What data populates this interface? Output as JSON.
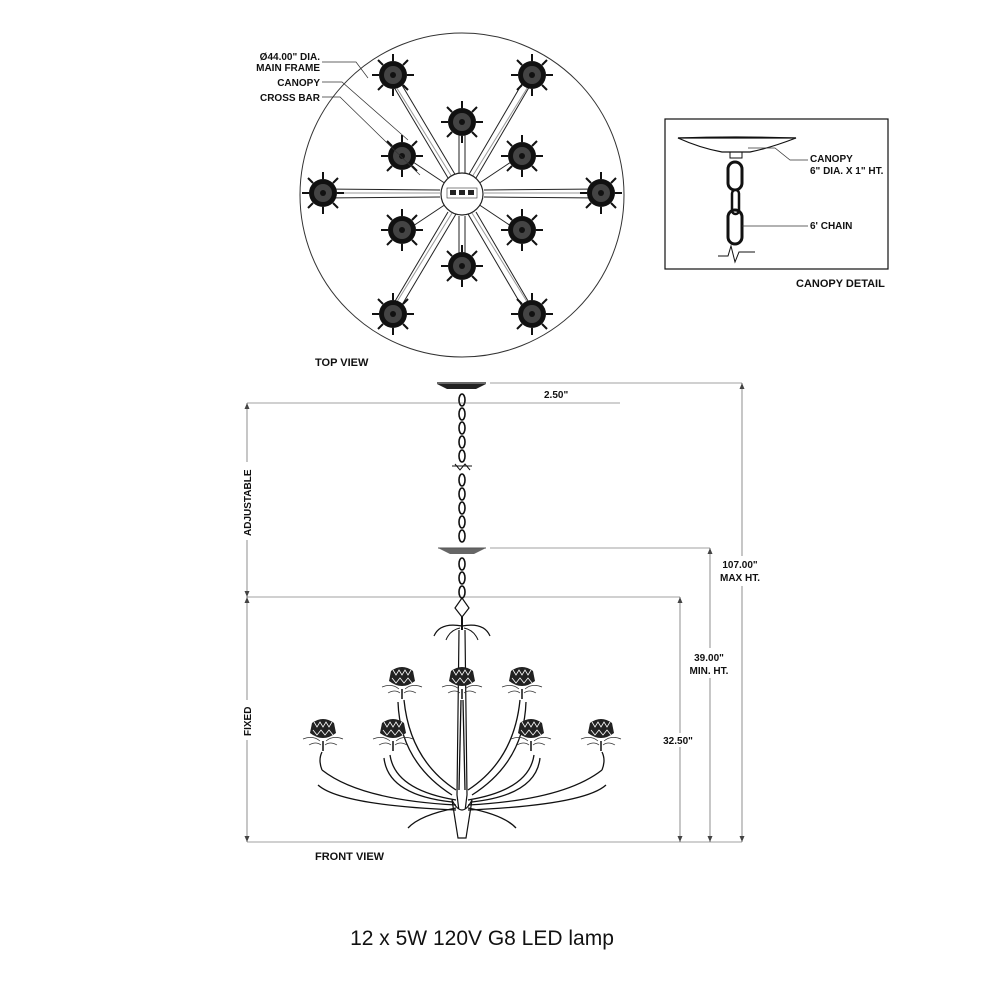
{
  "labels": {
    "main_frame_line1": "Ø44.00\" DIA.",
    "main_frame_line2": "MAIN FRAME",
    "canopy": "CANOPY",
    "cross_bar": "CROSS BAR",
    "top_view": "TOP VIEW",
    "canopy_detail_canopy": "CANOPY",
    "canopy_detail_size": "6\" DIA. X 1\" HT.",
    "canopy_detail_chain": "6' CHAIN",
    "canopy_detail_title": "CANOPY DETAIL",
    "canopy_gap": "2.50\"",
    "adjustable": "ADJUSTABLE",
    "fixed": "FIXED",
    "max_height_value": "107.00\"",
    "max_height_label": "MAX HT.",
    "min_height_value": "39.00\"",
    "min_height_label": "MIN. HT.",
    "fixture_height": "32.50\"",
    "front_view": "FRONT VIEW"
  },
  "caption": "12 x 5W 120V G8 LED lamp",
  "icons": {
    "lamp_cluster": "flower-lamp-icon",
    "chain": "chain-icon"
  }
}
